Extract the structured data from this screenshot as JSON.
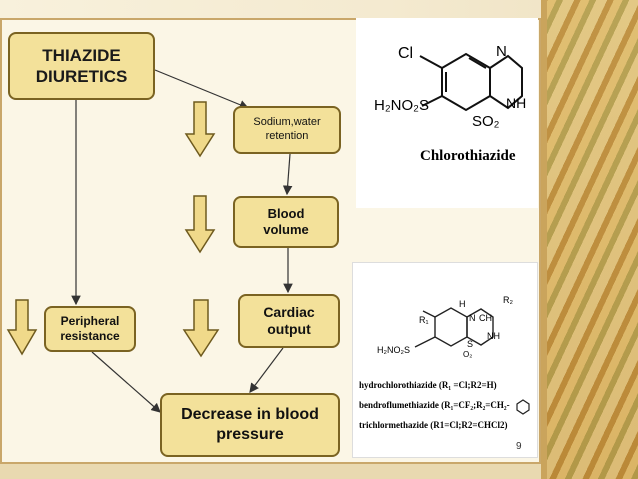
{
  "boxes": {
    "thiazide": "THIAZIDE\nDIURETICS",
    "sodium": "Sodium,water\nretention",
    "blood": "Blood\nvolume",
    "cardiac": "Cardiac\noutput",
    "peripheral": "Peripheral\nresistance",
    "decrease": "Decrease in blood\npressure"
  },
  "chlorothiazide": {
    "name": "Chlorothiazide",
    "cl": "Cl",
    "n": "N",
    "nh": "NH",
    "h2no2s": "H₂NO₂S",
    "so2": "SO₂"
  },
  "derivatives": {
    "h": "H",
    "r2": "R₂",
    "n": "N",
    "ch": "CH",
    "nh": "NH",
    "s": "S",
    "o2": "O₂",
    "r1": "R₁",
    "h2no2s": "H₂NO₂S",
    "hydro": "hydrochlorothiazide (R₁ =Cl;R2=H)",
    "bendro": "bendroflumethiazide (R₁=CF₂;R₂=CH₂-",
    "trichlor": "trichlormethazide (R1=Cl;R2=CHCl2)"
  },
  "page_number": "9",
  "colors": {
    "box_fill": "#f3e19a",
    "box_border": "#7a6322",
    "arrow_fill": "#f0d98a",
    "arrow_stroke": "#6e5a1e"
  }
}
